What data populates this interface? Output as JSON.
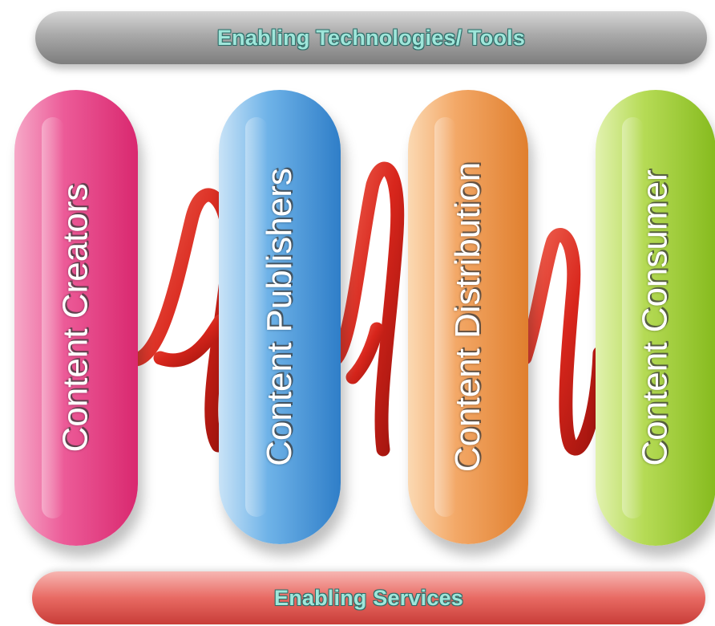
{
  "top_bar": {
    "label": "Enabling Technologies/ Tools"
  },
  "bottom_bar": {
    "label": "Enabling Services"
  },
  "pillars": [
    {
      "label": "Content Creators",
      "color": "#e4377f"
    },
    {
      "label": "Content Publishers",
      "color": "#3f8fd6"
    },
    {
      "label": "Content Distribution",
      "color": "#ee9444"
    },
    {
      "label": "Content Consumer",
      "color": "#a3cf3c"
    }
  ],
  "coil_color": "#d8261c"
}
